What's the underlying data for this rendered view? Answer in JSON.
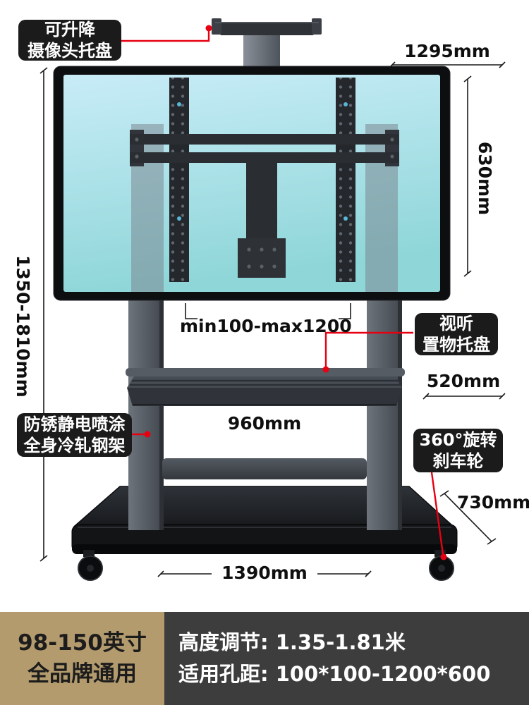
{
  "colors": {
    "accent_red": "#e60012",
    "callout_bg": "#1b1b1b",
    "banner_left_bg": "#b39b6e",
    "banner_right_bg": "#3d3d3d",
    "screen_top": "#c8ecf7",
    "screen_bottom": "#8ed6d8",
    "frame_dark": "#0d0e10"
  },
  "callouts": {
    "camera_tray": {
      "line1": "可升降",
      "line2": "摄像头托盘"
    },
    "av_shelf": {
      "line1": "视听",
      "line2": "置物托盘"
    },
    "steel_frame": {
      "line1": "防锈静电喷涂",
      "line2": "全身冷轧钢架"
    },
    "caster": {
      "line1": "360°旋转",
      "line2": "刹车轮"
    }
  },
  "dimensions": {
    "tv_width": "1295mm",
    "bracket_height": "630mm",
    "height_range": "1350-1810mm",
    "vesa_range": "min100-max1200",
    "shelf_depth": "520mm",
    "shelf_width": "960mm",
    "base_depth": "730mm",
    "base_width": "1390mm"
  },
  "banner": {
    "size_range": "98-150英寸",
    "compatibility": "全品牌通用",
    "height_adjust": "高度调节: 1.35-1.81米",
    "hole_pitch": "适用孔距: 100*100-1200*600"
  }
}
